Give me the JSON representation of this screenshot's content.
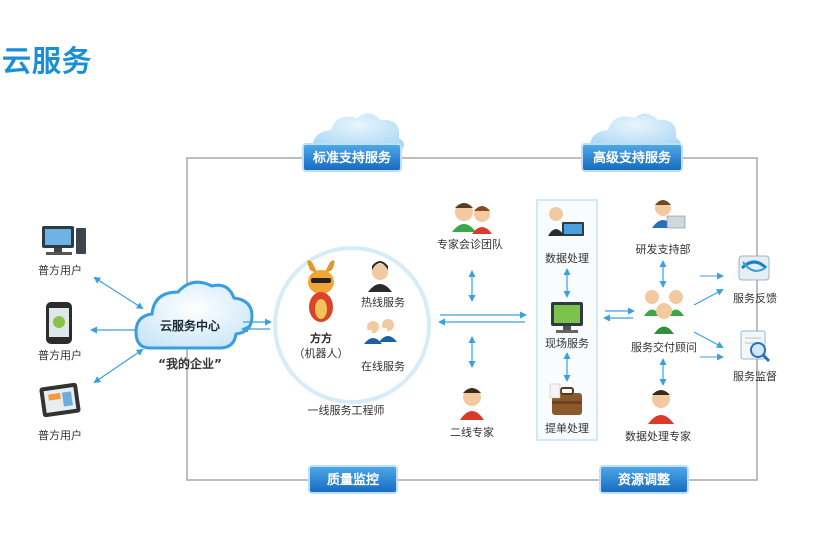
{
  "page_title": "云服务",
  "badges": {
    "standard": "标准支持服务",
    "advanced": "高级支持服务",
    "quality": "质量监控",
    "resource": "资源调整"
  },
  "users": {
    "desktop": "普方用户",
    "mobile": "普方用户",
    "tablet": "普方用户"
  },
  "cloud_center": {
    "title": "云服务中心",
    "slogan": "“我的企业”"
  },
  "first_line": {
    "robot_name": "方方",
    "robot_sub": "（机器人）",
    "hotline": "热线服务",
    "online": "在线服务",
    "caption": "一线服务工程师"
  },
  "experts": {
    "consult_team": "专家会诊团队",
    "second_line": "二线专家"
  },
  "process": {
    "data": "数据处理",
    "onsite": "现场服务",
    "ticket": "提单处理"
  },
  "advanced_team": {
    "rnd": "研发支持部",
    "consultant": "服务交付顾问",
    "data_expert": "数据处理专家"
  },
  "outputs": {
    "feedback": "服务反馈",
    "monitor": "服务监督"
  },
  "colors": {
    "brand_blue": "#1a8fd6",
    "badge_blue": "#1e7fd0",
    "line_gray": "#9a9a9a",
    "arrow_blue": "#3aa0e0"
  }
}
